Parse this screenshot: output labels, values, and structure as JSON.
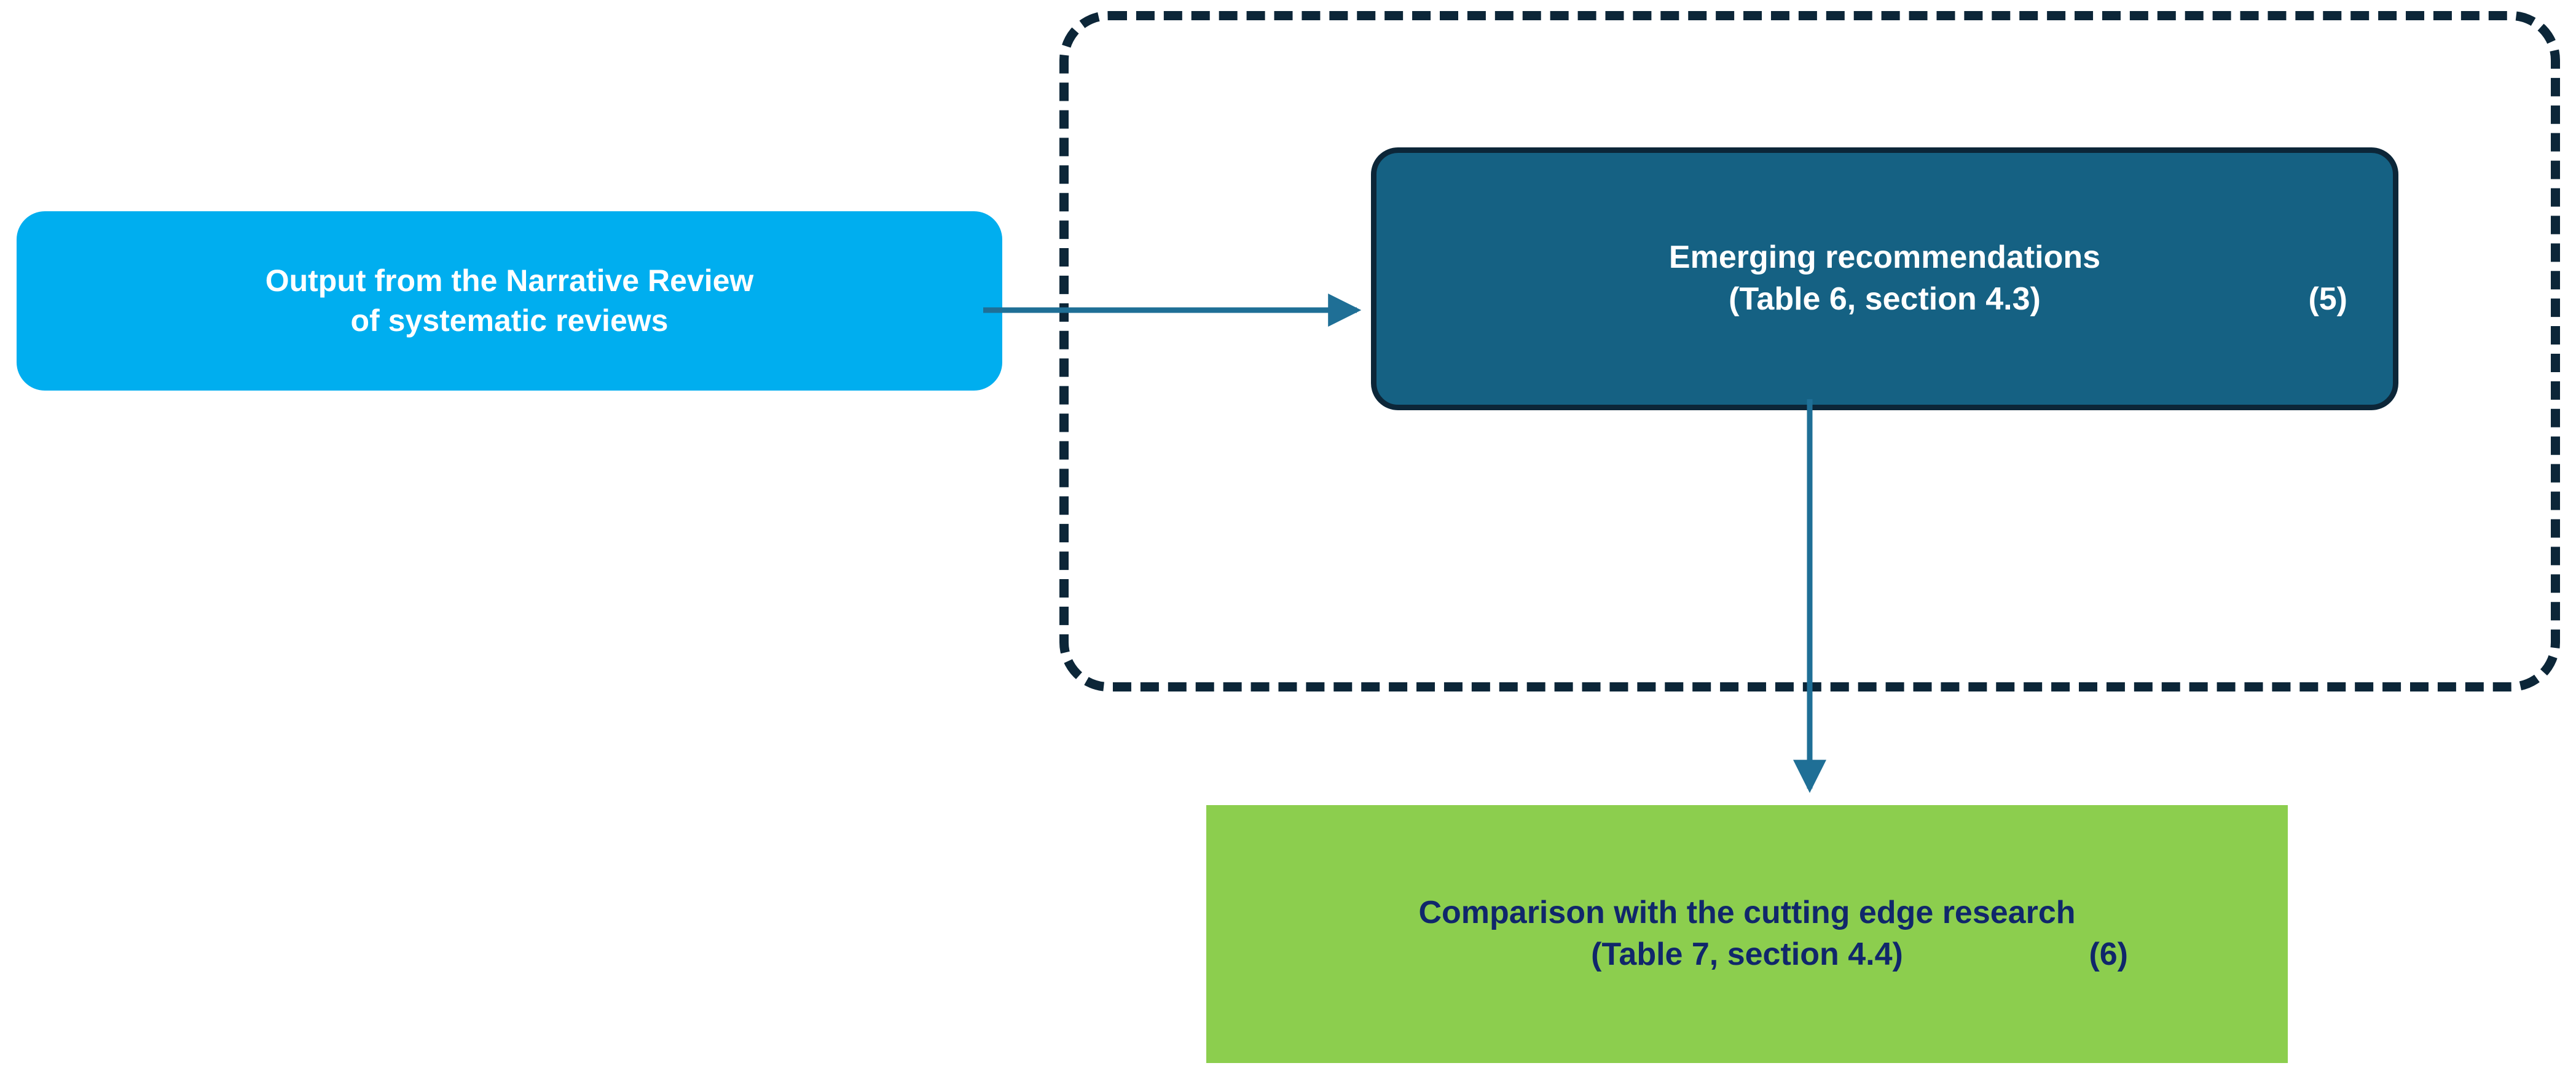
{
  "diagram": {
    "title": "Narrative review output to emerging recommendations flow",
    "colors": {
      "source_box": "#00AEEF",
      "process_box": "#156183",
      "process_box_border": "#0C2638",
      "output_box": "#8CCE4E",
      "output_text": "#10276B",
      "connector": "#1F6F96",
      "group_border": "#0C2638",
      "background": "#FFFFFF"
    },
    "nodes": {
      "source": {
        "line1": "Output from the Narrative Review",
        "line2": "of systematic reviews"
      },
      "process": {
        "line1": "Emerging recommendations",
        "line2": "(Table 6, section 4.3)",
        "step": "(5)"
      },
      "output": {
        "line1": "Comparison with the cutting edge research",
        "line2": "(Table 7, section 4.4)",
        "step": "(6)"
      }
    },
    "connectors": {
      "source_to_process": "arrow-right",
      "process_to_output": "arrow-down"
    },
    "group": {
      "style": "dashed-rounded-rectangle"
    }
  }
}
